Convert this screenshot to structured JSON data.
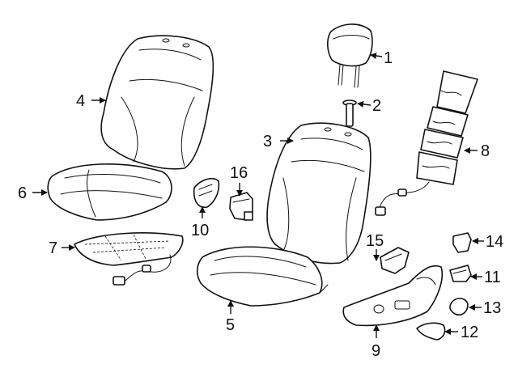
{
  "colors": {
    "line": "#111111",
    "background": "#ffffff"
  },
  "callouts": [
    {
      "id": "1",
      "text": "1"
    },
    {
      "id": "2",
      "text": "2"
    },
    {
      "id": "3",
      "text": "3"
    },
    {
      "id": "4",
      "text": "4"
    },
    {
      "id": "5",
      "text": "5"
    },
    {
      "id": "6",
      "text": "6"
    },
    {
      "id": "7",
      "text": "7"
    },
    {
      "id": "8",
      "text": "8"
    },
    {
      "id": "9",
      "text": "9"
    },
    {
      "id": "10",
      "text": "10"
    },
    {
      "id": "11",
      "text": "11"
    },
    {
      "id": "12",
      "text": "12"
    },
    {
      "id": "13",
      "text": "13"
    },
    {
      "id": "14",
      "text": "14"
    },
    {
      "id": "15",
      "text": "15"
    },
    {
      "id": "16",
      "text": "16"
    }
  ]
}
